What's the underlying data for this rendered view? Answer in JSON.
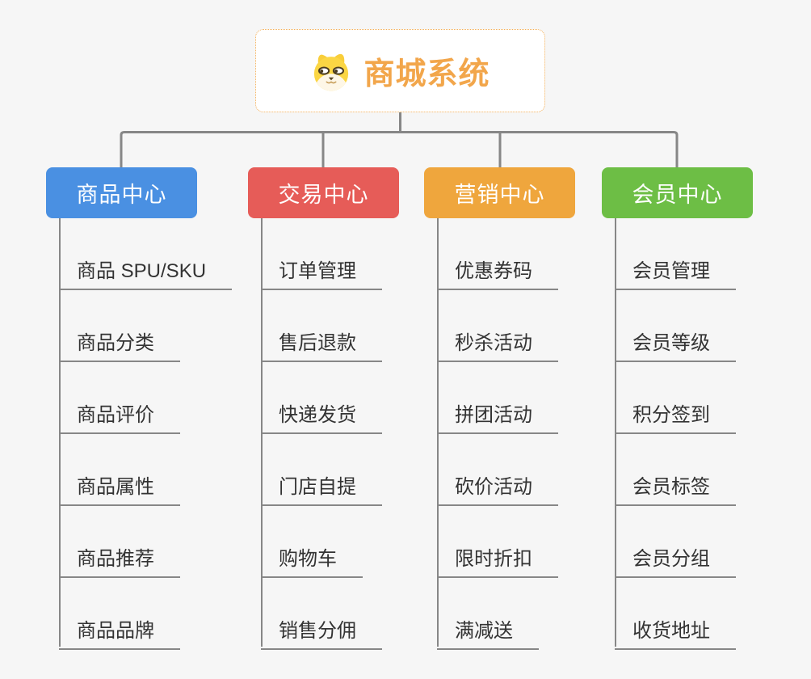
{
  "canvas": {
    "background": "#F6F6F6"
  },
  "root": {
    "title": "商城系统",
    "title_color": "#F2A64B",
    "border_color": "#F3AE56",
    "icon": "doge-icon"
  },
  "connectors": {
    "color": "#878787"
  },
  "branches": [
    {
      "label": "商品中心",
      "color": "#4A90E2",
      "items": [
        "商品 SPU/SKU",
        "商品分类",
        "商品评价",
        "商品属性",
        "商品推荐",
        "商品品牌"
      ]
    },
    {
      "label": "交易中心",
      "color": "#E65C58",
      "items": [
        "订单管理",
        "售后退款",
        "快递发货",
        "门店自提",
        "购物车",
        "销售分佣"
      ]
    },
    {
      "label": "营销中心",
      "color": "#EFA63D",
      "items": [
        "优惠券码",
        "秒杀活动",
        "拼团活动",
        "砍价活动",
        "限时折扣",
        "满减送"
      ]
    },
    {
      "label": "会员中心",
      "color": "#6DBE45",
      "items": [
        "会员管理",
        "会员等级",
        "积分签到",
        "会员标签",
        "会员分组",
        "收货地址"
      ]
    }
  ]
}
